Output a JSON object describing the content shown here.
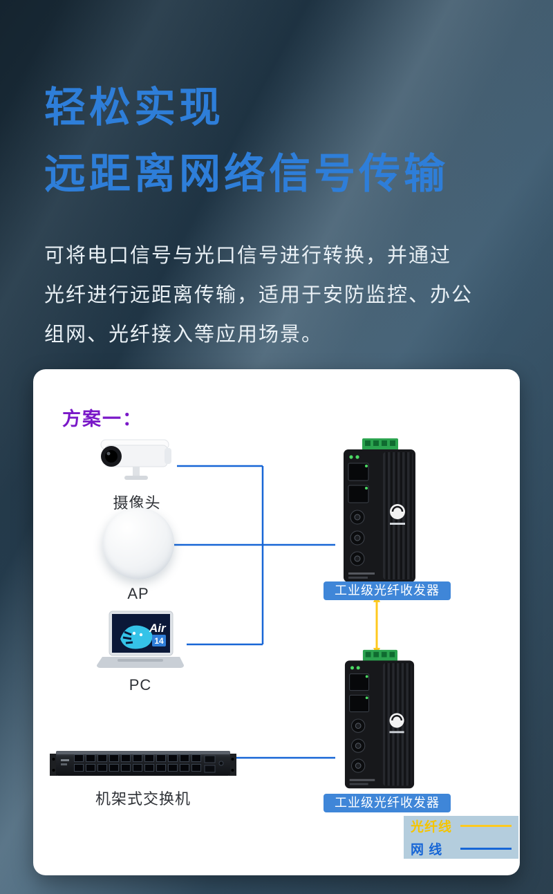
{
  "hero": {
    "title_line1": "轻松实现",
    "title_line2": "远距离网络信号传输",
    "description_lines": [
      "可将电口信号与光口信号进行转换，并通过",
      "光纤进行远距离传输，适用于安防监控、办公",
      "组网、光纤接入等应用场景。"
    ]
  },
  "diagram": {
    "scheme_label": "方案一：",
    "labels": {
      "camera": "摄像头",
      "ap": "AP",
      "pc": "PC",
      "switch": "机架式交换机"
    },
    "badges": {
      "transceiver_top": "工业级光纤收发器",
      "transceiver_bottom": "工业级光纤收发器"
    },
    "laptop_screen": {
      "brand": "Air",
      "model": "14"
    },
    "legend": {
      "fiber": "光纤线",
      "network": "网 线"
    }
  },
  "colors": {
    "headline_blue": "#2e7ed9",
    "scheme_purple": "#7a18c8",
    "badge_blue": "#3f86d8",
    "fiber_line_yellow": "#ffc91e",
    "network_line_blue": "#1766d6",
    "card_background": "#ffffff",
    "legend_background": "#b4cddd"
  }
}
